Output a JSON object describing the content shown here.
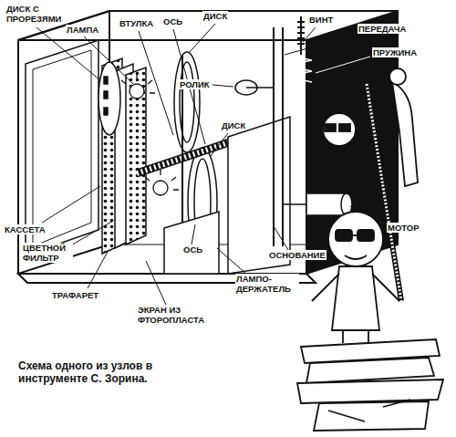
{
  "diagram": {
    "caption": "Схема одного из узлов в инструменте С. Зорина.",
    "labels": [
      "ДИСК С ПРОРЕЗЯМИ",
      "ЛАМПА",
      "ВТУЛКА",
      "ОСЬ",
      "ДИСК",
      "ВИНТ",
      "ПЕРЕДАЧА",
      "ПРУЖИНА",
      "РОЛИК",
      "ДИСК",
      "МОТОР",
      "КАССЕТА",
      "ЦВЕТНОЙ ФИЛЬТР",
      "ТРАФАРЕТ",
      "ЭКРАН ИЗ ФТОРОПЛАСТА",
      "ОСЬ",
      "ЛАМПО- ДЕРЖАТЕЛЬ",
      "ОСНОВАНИЕ"
    ]
  }
}
